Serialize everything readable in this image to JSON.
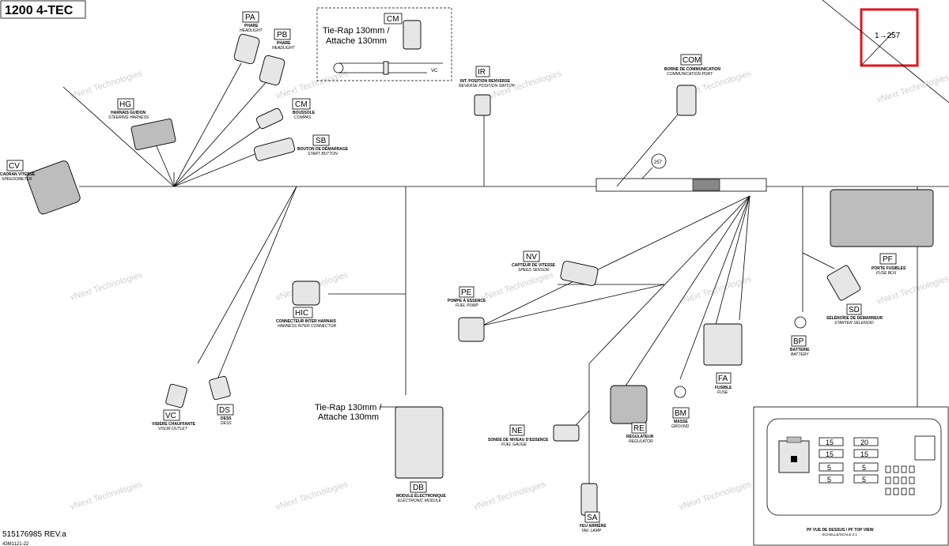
{
  "header": {
    "model": "1200 4-TEC"
  },
  "page_ref": "1→257",
  "footer": {
    "part_number": "515176985 REV.a",
    "drawing_id": "43M1121-22"
  },
  "watermark": "vNext Technologies",
  "connectors": {
    "PA": {
      "code": "PA",
      "fr": "PHARE",
      "en": "HEADLIGHT"
    },
    "PB": {
      "code": "PB",
      "fr": "PHARE",
      "en": "HEADLIGHT"
    },
    "CM": {
      "code": "CM"
    },
    "CM2": {
      "code": "CM",
      "fr": "BOUSSOLE",
      "en": "COMPAS"
    },
    "HG": {
      "code": "HG",
      "fr": "HARNAIS GUIDON",
      "en": "STEERING HARNESS"
    },
    "SB": {
      "code": "SB",
      "fr": "BOUTON DE DÉMARRAGE",
      "en": "START BUTTON"
    },
    "CV": {
      "code": "CV",
      "fr": "CADRAN VITESSE",
      "en": "SPEEDOMETER"
    },
    "IR": {
      "code": "IR",
      "fr": "INT. POSITION RENVERSE",
      "en": "REVERSE POSITION SWITCH"
    },
    "COM": {
      "code": "COM",
      "fr": "BORNE DE COMMUNICATION",
      "en": "COMMUNICATION PORT"
    },
    "NV": {
      "code": "NV",
      "fr": "CAPTEUR DE VITESSE",
      "en": "SPEED SENSOR"
    },
    "PE": {
      "code": "PE",
      "fr": "POMPE À ESSENCE",
      "en": "FUEL PUMP"
    },
    "HIC": {
      "code": "HIC",
      "fr": "CONNECTEUR INTER HARNAIS",
      "en": "HARNESS INTER CONNECTOR"
    },
    "PF": {
      "code": "PF",
      "fr": "PORTE FUSIBLES",
      "en": "FUSE BOX"
    },
    "SD": {
      "code": "SD",
      "fr": "SÉLÉNOÏDE DE DÉMARREUR",
      "en": "STARTER SELENOID"
    },
    "BP": {
      "code": "BP",
      "fr": "BATTERIE",
      "en": "BATTERY"
    },
    "FA": {
      "code": "FA",
      "fr": "FUSIBLE",
      "en": "FUSE"
    },
    "BM": {
      "code": "BM",
      "fr": "MASSE",
      "en": "GROUND"
    },
    "RE": {
      "code": "RE",
      "fr": "RÉGULATEUR",
      "en": "REGULATOR"
    },
    "NE": {
      "code": "NE",
      "fr": "SONDE DE NIVEAU D'ESSENCE",
      "en": "FUEL GAUGE"
    },
    "SA": {
      "code": "SA",
      "fr": "FEU ARRIÈRE",
      "en": "TAIL LAMP"
    },
    "DB": {
      "code": "DB",
      "fr": "MODULE ÉLECTRONIQUE",
      "en": "ELECTRONIC MODULE"
    },
    "VC": {
      "code": "VC",
      "fr": "VISIÈRE CHAUFFANTE",
      "en": "VISOR OUTLET"
    },
    "DS": {
      "code": "DS",
      "fr": "DESS",
      "en": "DESS"
    }
  },
  "tie_rap": {
    "line1": "Tie-Rap 130mm /",
    "line2": "Attache 130mm"
  },
  "splice_label": "257",
  "vc_tag": "VC",
  "fuse_box_view": {
    "caption_fr": "PF VUE DE DESSUS / PF TOP VIEW",
    "caption_scale": "ECHELLE/SCALE 2:1",
    "fuses": [
      "15",
      "20",
      "15",
      "15",
      "5",
      "5",
      "5",
      "5"
    ]
  }
}
